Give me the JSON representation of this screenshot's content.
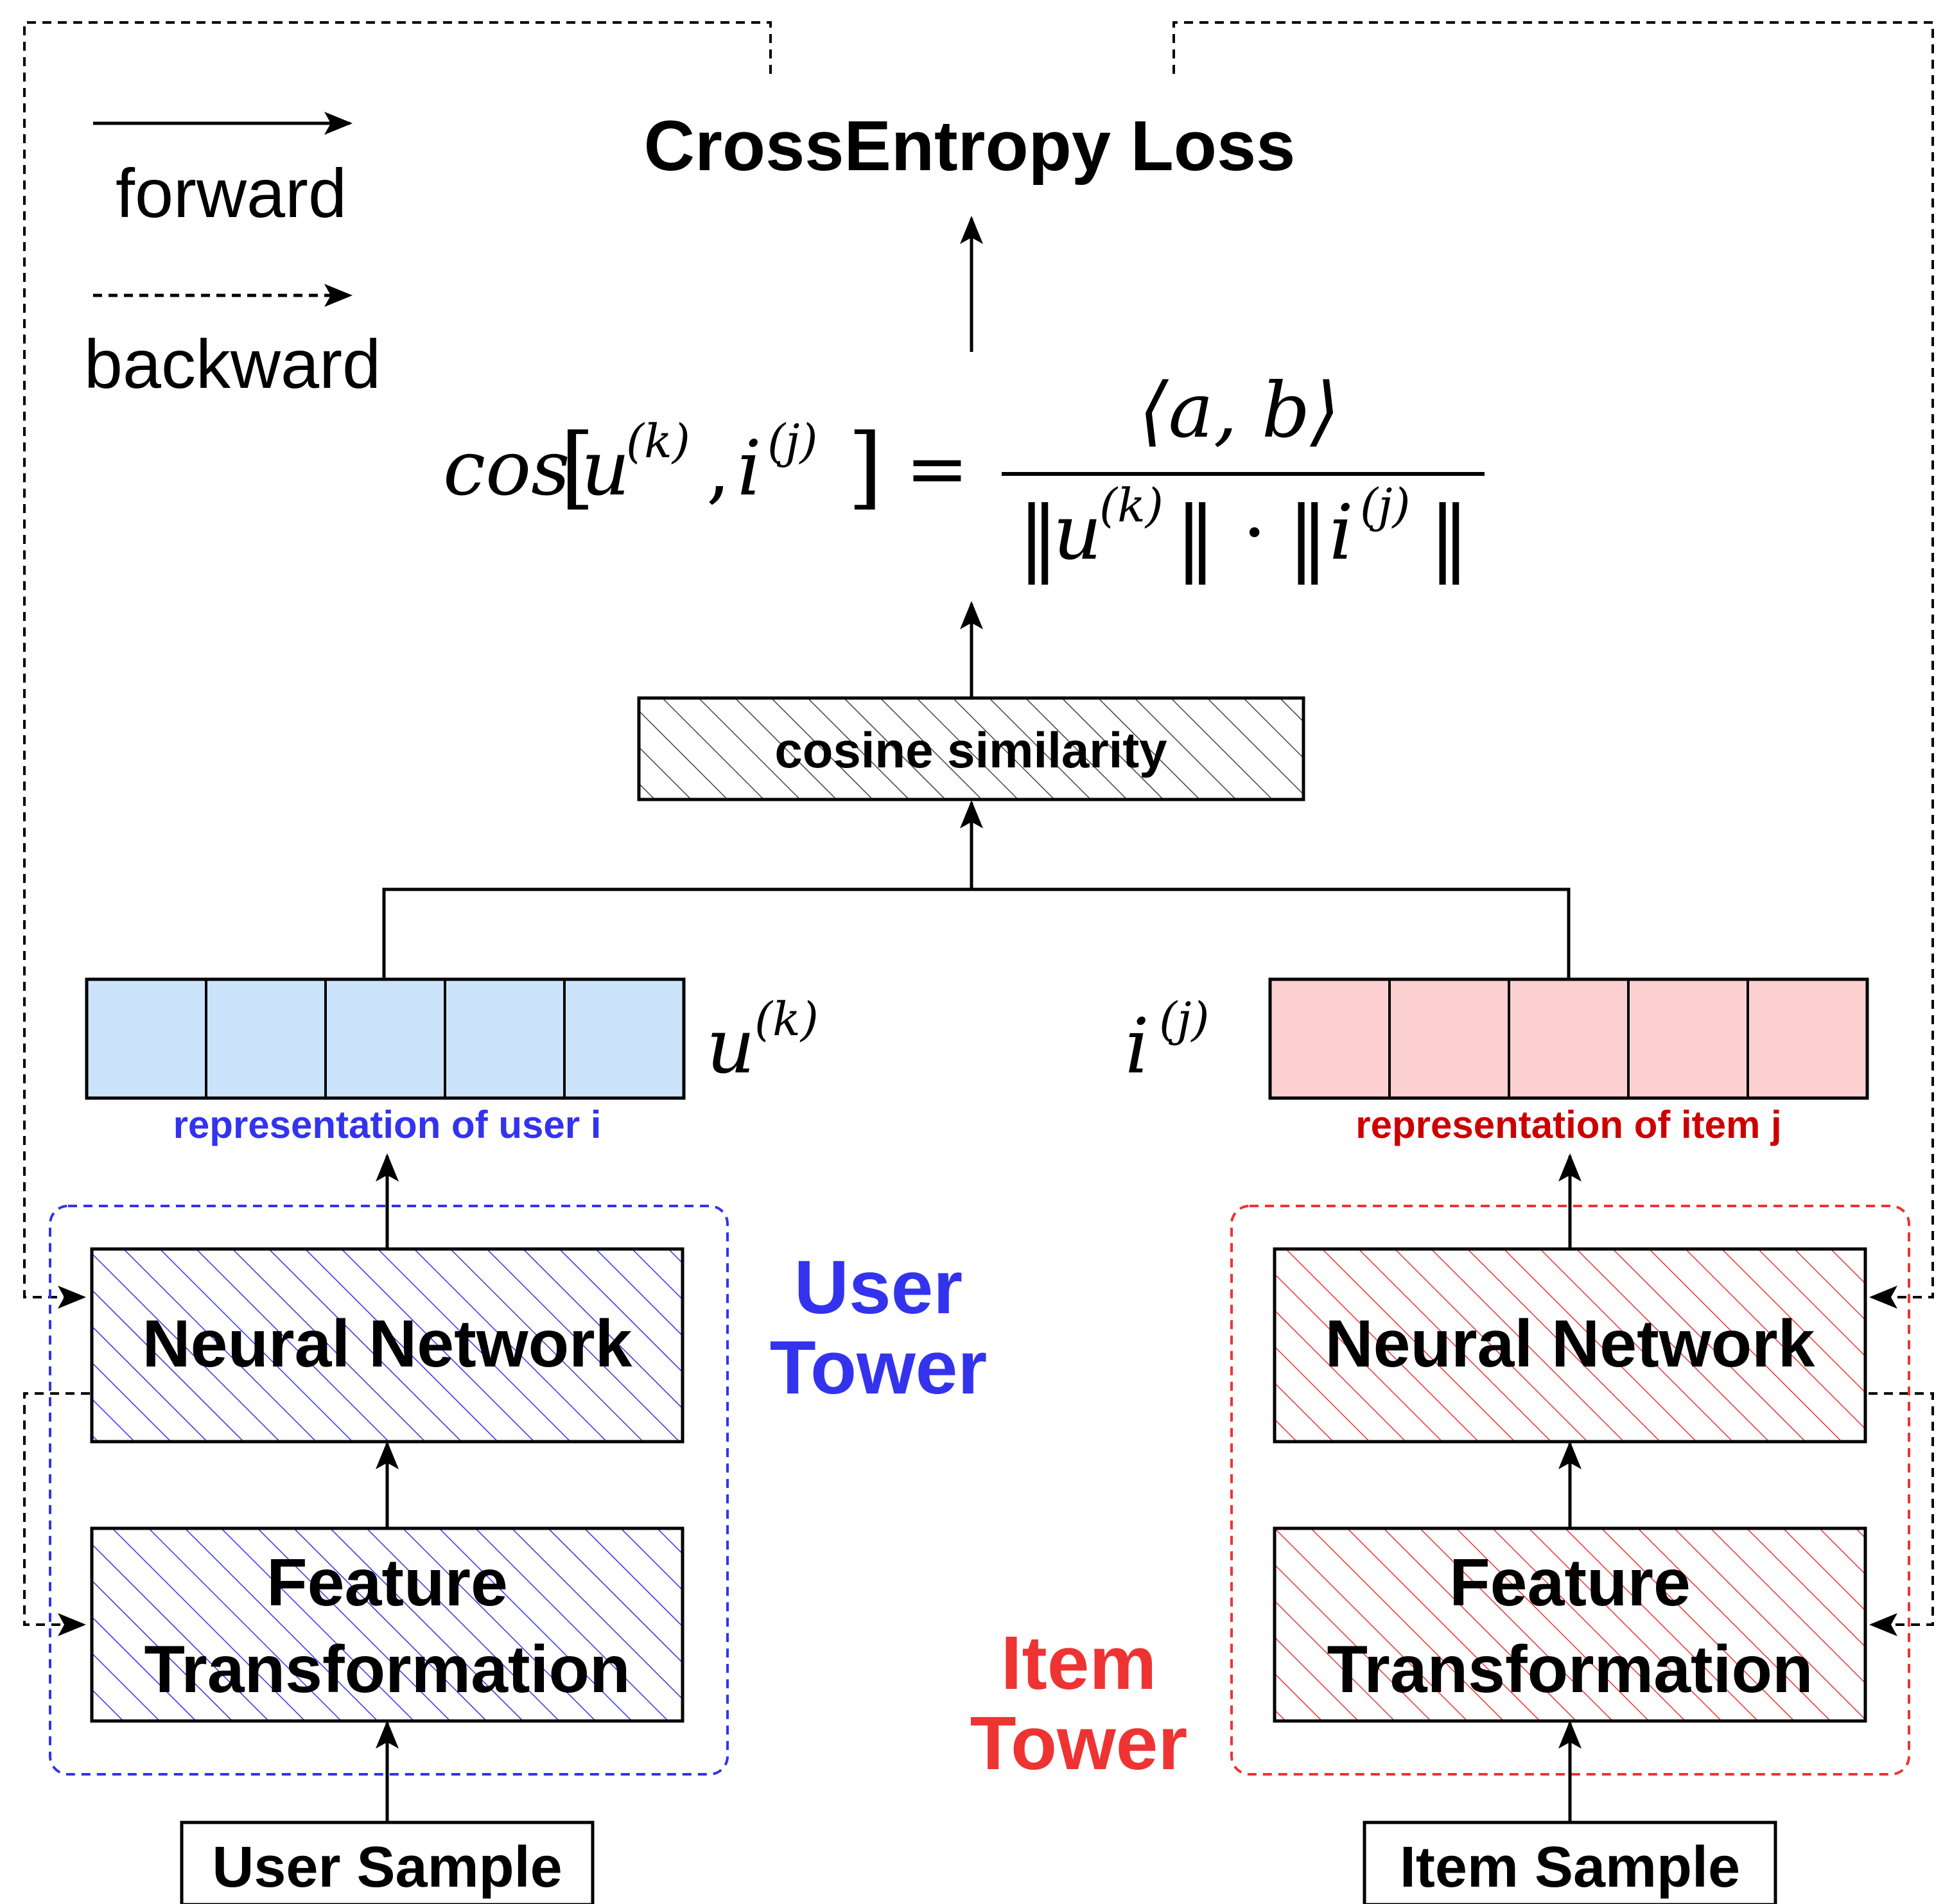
{
  "title": "CrossEntropy Loss",
  "legend": {
    "forward_label": "forward",
    "backward_label": "backward"
  },
  "formula": {
    "lhs_cos": "cos",
    "lhs_u": "u",
    "lhs_i": "i",
    "sup_k": "(k)",
    "sup_j": "(j)",
    "numerator": "⟨a, b⟩",
    "equals": "=",
    "dot": "·"
  },
  "cosine_block": {
    "label": "cosine similarity"
  },
  "user_side": {
    "tower_line1": "User",
    "tower_line2": "Tower",
    "vector_symbol": "u",
    "vector_sup": "(k)",
    "representation_label": "representation of user i",
    "neural_network": "Neural Network",
    "feature_line1": "Feature",
    "feature_line2": "Transformation",
    "sample": "User Sample",
    "vector_cells": 5
  },
  "item_side": {
    "tower_line1": "Item",
    "tower_line2": "Tower",
    "vector_symbol": "i",
    "vector_sup": "(j)",
    "representation_label": "representation of item j",
    "neural_network": "Neural Network",
    "feature_line1": "Feature",
    "feature_line2": "Transformation",
    "sample": "Item Sample",
    "vector_cells": 5
  },
  "colors": {
    "user_accent": "#3333ee",
    "item_accent": "#ee3333",
    "user_vector_fill": "#cce4fb",
    "item_vector_fill": "#fcd0d0",
    "user_rep_label": "#3333ee",
    "item_rep_label": "#cc0000",
    "line": "#000000"
  }
}
